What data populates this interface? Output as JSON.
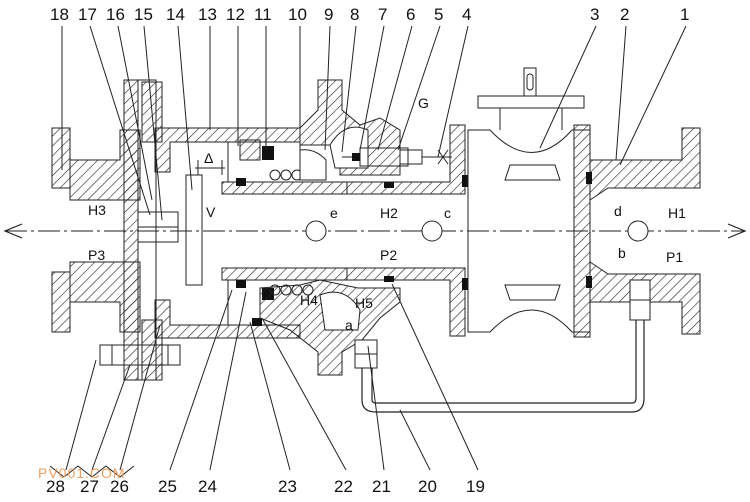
{
  "top_labels": [
    "18",
    "17",
    "16",
    "15",
    "14",
    "13",
    "12",
    "11",
    "10",
    "9",
    "8",
    "7",
    "6",
    "5",
    "4",
    "3",
    "2",
    "1"
  ],
  "bottom_labels": [
    "28",
    "27",
    "26",
    "25",
    "24",
    "23",
    "22",
    "21",
    "20",
    "19"
  ],
  "inner_labels": {
    "H3": "H3",
    "P3": "P3",
    "V": "V",
    "e": "e",
    "H2": "H2",
    "P2": "P2",
    "c": "c",
    "d": "d",
    "H1": "H1",
    "b": "b",
    "P1": "P1",
    "H4": "H4",
    "H5": "H5",
    "a": "a",
    "G": "G",
    "delta": "Δ"
  },
  "watermark": "PV001.COM"
}
